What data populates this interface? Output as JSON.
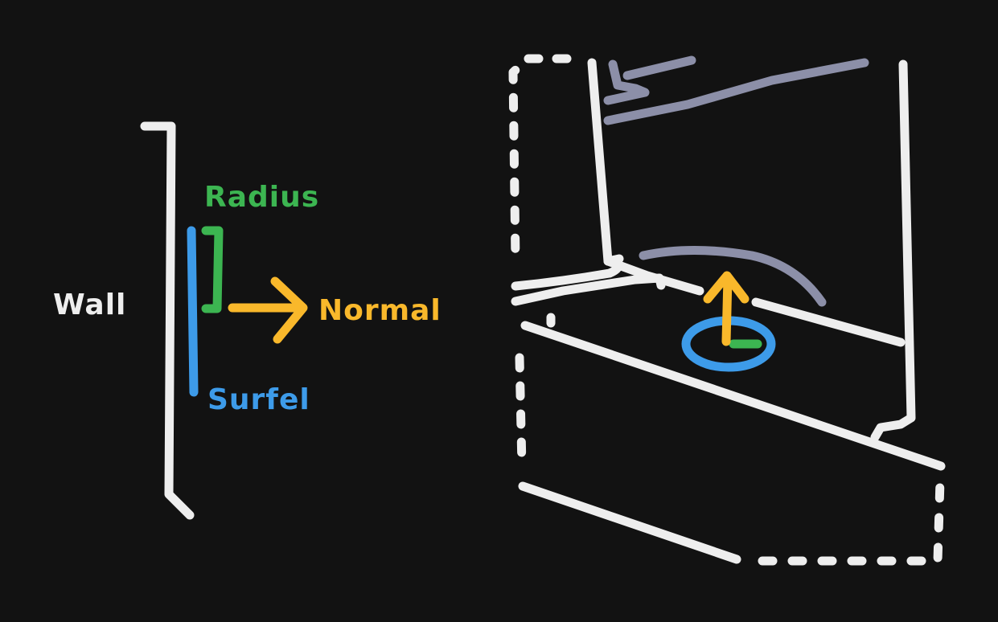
{
  "colors": {
    "background": "#121212",
    "wall": "#eeeeee",
    "surfel": "#3d9be9",
    "radius": "#3cb551",
    "normal": "#f9b82b",
    "secondary_surface": "#8c8fa8"
  },
  "legend": {
    "wall_label": "Wall",
    "radius_label": "Radius",
    "normal_label": "Normal",
    "surfel_label": "Surfel"
  }
}
